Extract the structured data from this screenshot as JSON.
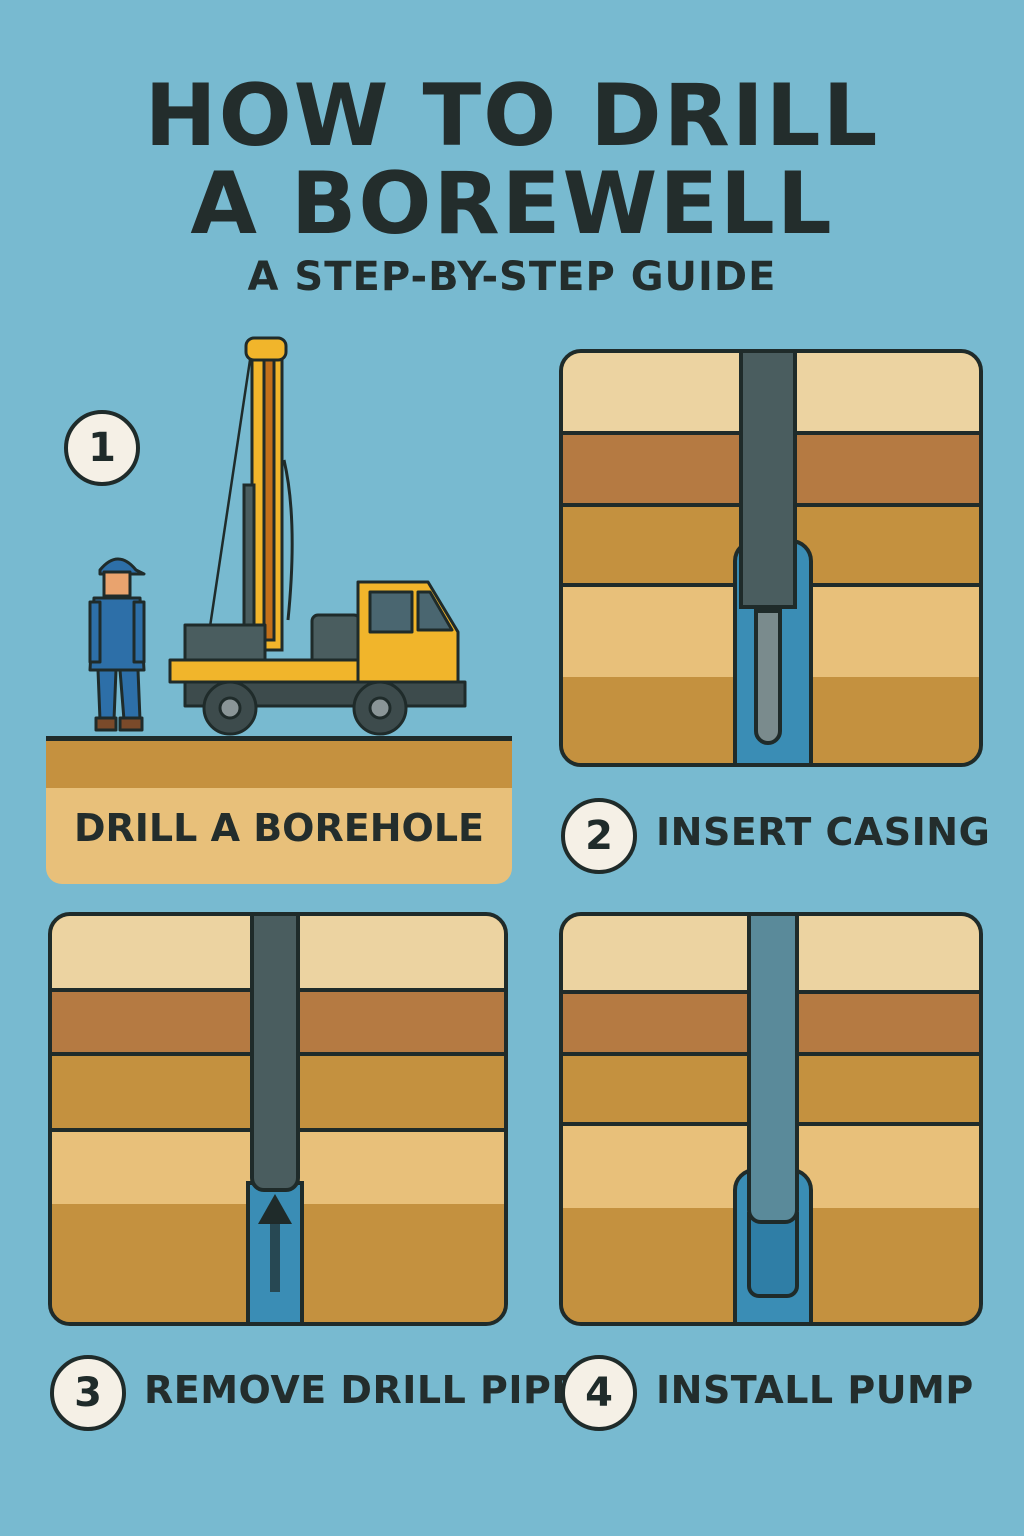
{
  "header": {
    "title_line1": "HOW TO DRILL",
    "title_line2": "A BOREWELL",
    "subtitle": "A STEP-BY-STEP GUIDE"
  },
  "steps": [
    {
      "number": "1",
      "label": "DRILL A BOREHOLE",
      "illustration": "drilling-rig-truck-with-worker"
    },
    {
      "number": "2",
      "label": "INSERT CASING",
      "illustration": "casing-pipe-in-soil-layers"
    },
    {
      "number": "3",
      "label": "REMOVE DRILL PIPE",
      "illustration": "drill-pipe-removal-with-up-arrow"
    },
    {
      "number": "4",
      "label": "INSTALL PUMP",
      "illustration": "pump-in-borewell"
    }
  ],
  "colors": {
    "background": "#78bad0",
    "text": "#232d2c",
    "outline": "#1f2b2a",
    "soil_light": "#ecd3a1",
    "soil_dark": "#b57a42",
    "soil_mid": "#c4913f",
    "soil_sand": "#e8c07a",
    "water": "#3a8db5",
    "pipe": "#4a5d5f",
    "truck_yellow": "#f1b52b"
  }
}
